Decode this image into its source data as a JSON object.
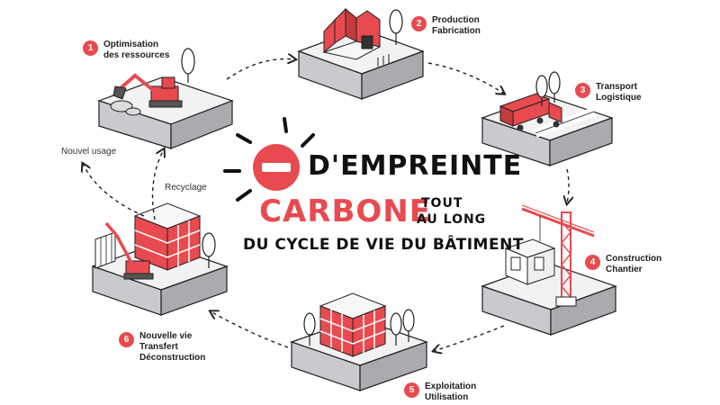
{
  "slogan": {
    "minus_sign": "−",
    "line1": "D'EMPREINTE",
    "line2": "CARBONE",
    "line2_side_a": "TOUT",
    "line2_side_b": "AU LONG",
    "line3": "DU CYCLE DE VIE DU BÂTIMENT"
  },
  "steps": [
    {
      "number": "1",
      "line1": "Optimisation",
      "line2": "des ressources",
      "line3": ""
    },
    {
      "number": "2",
      "line1": "Production",
      "line2": "Fabrication",
      "line3": ""
    },
    {
      "number": "3",
      "line1": "Transport",
      "line2": "Logistique",
      "line3": ""
    },
    {
      "number": "4",
      "line1": "Construction",
      "line2": "Chantier",
      "line3": ""
    },
    {
      "number": "5",
      "line1": "Exploitation",
      "line2": "Utilisation",
      "line3": ""
    },
    {
      "number": "6",
      "line1": "Nouvelle vie",
      "line2": "Transfert",
      "line3": "Déconstruction"
    }
  ],
  "side_labels": {
    "recycling": "Recyclage",
    "new_use": "Nouvel usage"
  },
  "colors": {
    "accent": "#e84a4f",
    "block_top": "#f2f2f3",
    "block_side": "#c9cacd",
    "block_side_dark": "#a9abaf",
    "ink": "#1a1a1a"
  }
}
